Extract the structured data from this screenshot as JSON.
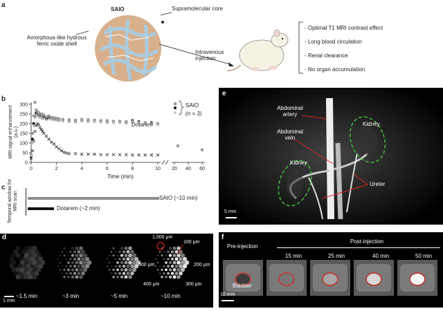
{
  "panel_letters": {
    "a": "a",
    "b": "b",
    "c": "c",
    "d": "d",
    "e": "e",
    "f": "f"
  },
  "panel_a": {
    "title": "SAIO",
    "label_core": "Supramolecular core",
    "label_shell": "Amorphous-like hydrous ferric oxide shell",
    "label_route": "Intravenous injection",
    "benefits": [
      "- Optimal T1 MRI contrast effect",
      "- Long blood circulation",
      "- Renal clearance",
      "- No organ accumulation"
    ]
  },
  "panel_b": {
    "ylabel": "MRI signal enhancement (a.u.)",
    "xlabel": "Time (min)",
    "legend_saio": "SAIO",
    "legend_n": "(n = 3)",
    "legend_dotarem": "Dotarem",
    "x_ticks": [
      "0",
      "2",
      "4",
      "6",
      "8",
      "10",
      "20",
      "40",
      "60"
    ],
    "y_ticks": [
      "0",
      "50",
      "100",
      "150",
      "200",
      "250",
      "300"
    ]
  },
  "chart_data": {
    "type": "scatter",
    "xlabel": "Time (min)",
    "ylabel": "MRI signal enhancement (a.u.)",
    "ylim": [
      0,
      310
    ],
    "x_break": [
      10,
      20
    ],
    "series": [
      {
        "name": "SAIO",
        "marker": "circle",
        "x": [
          0,
          0.1,
          0.2,
          0.3,
          0.4,
          0.5,
          0.6,
          0.7,
          0.8,
          0.9,
          1,
          1.2,
          1.4,
          1.6,
          1.8,
          2,
          2.2,
          2.5,
          3,
          3.5,
          4,
          4.5,
          5,
          5.5,
          6,
          6.5,
          7,
          7.5,
          8,
          8.5,
          9,
          9.5,
          10
        ],
        "y": [
          30,
          120,
          200,
          240,
          255,
          250,
          245,
          240,
          245,
          230,
          235,
          225,
          230,
          228,
          225,
          222,
          220,
          218,
          215,
          212,
          218,
          215,
          215,
          212,
          210,
          210,
          210,
          205,
          215,
          210,
          205,
          205,
          200
        ]
      },
      {
        "name": "SAIO",
        "marker": "square",
        "x": [
          0,
          0.1,
          0.2,
          0.3,
          0.4,
          0.5,
          0.6,
          0.7,
          0.8,
          0.9,
          1,
          1.2,
          1.4,
          1.6,
          1.8,
          2,
          2.2,
          2.5,
          3,
          3.5,
          4,
          4.5,
          5,
          5.5,
          6,
          6.5,
          7,
          7.5,
          8,
          8.5,
          9,
          9.5,
          10,
          25,
          60
        ],
        "y": [
          40,
          150,
          240,
          310,
          270,
          260,
          255,
          250,
          250,
          245,
          245,
          235,
          240,
          232,
          230,
          228,
          225,
          222,
          220,
          218,
          222,
          220,
          218,
          215,
          215,
          212,
          212,
          210,
          210,
          205,
          205,
          200,
          200,
          85,
          65
        ]
      },
      {
        "name": "SAIO",
        "marker": "triangle",
        "x": [
          0,
          0.1,
          0.2,
          0.3,
          0.4,
          0.5,
          0.6,
          0.7,
          0.8,
          0.9,
          1,
          1.2,
          1.4,
          1.6,
          1.8,
          2,
          2.2,
          2.5,
          3,
          3.5,
          4,
          4.5,
          5,
          5.5,
          6,
          6.5,
          7,
          7.5,
          8,
          8.5,
          9,
          9.5,
          10
        ],
        "y": [
          35,
          100,
          190,
          230,
          245,
          240,
          235,
          232,
          235,
          225,
          228,
          220,
          225,
          222,
          220,
          218,
          215,
          213,
          210,
          208,
          212,
          210,
          210,
          208,
          205,
          205,
          205,
          202,
          208,
          205,
          200,
          200,
          195
        ]
      },
      {
        "name": "Dotarem",
        "marker": "x",
        "x": [
          0,
          0.1,
          0.2,
          0.3,
          0.4,
          0.5,
          0.6,
          0.7,
          0.8,
          0.9,
          1,
          1.2,
          1.4,
          1.6,
          1.8,
          2,
          2.2,
          2.4,
          2.6,
          2.8,
          3,
          3.5,
          4,
          4.5,
          5,
          5.5,
          6,
          6.5,
          7,
          7.5,
          8,
          8.5,
          9,
          9.5,
          10
        ],
        "y": [
          20,
          60,
          110,
          160,
          190,
          200,
          195,
          180,
          170,
          160,
          150,
          135,
          120,
          105,
          95,
          80,
          70,
          60,
          52,
          48,
          45,
          45,
          42,
          42,
          42,
          40,
          40,
          40,
          40,
          40,
          38,
          38,
          38,
          38,
          38
        ]
      }
    ]
  },
  "panel_c": {
    "ylabel": "Temporal window for MRI scan",
    "bar_saio": "SAIO (~10 min)",
    "bar_dotarem": "Dotarem (~2 min)",
    "bar_saio_minutes": 10,
    "bar_dotarem_minutes": 2
  },
  "panel_d": {
    "times": [
      "~1.5 min",
      "~3 min",
      "~5 min",
      "~10 min"
    ],
    "sizes": [
      "1,000 μm",
      "100 μm",
      "500 μm",
      "200 μm",
      "400 μm",
      "300 μm"
    ],
    "scale": "1 mm"
  },
  "panel_e": {
    "labels": [
      "Abdominal artery",
      "Abdominal vein",
      "Kidney",
      "Kidney",
      "Ureter"
    ],
    "scale": "5 mm"
  },
  "panel_f": {
    "pre": "Pre-injection",
    "post": "Post-injection",
    "times": [
      "15 min",
      "25 min",
      "40 min",
      "50 min"
    ],
    "bladder": "Bladder",
    "scale": "10 mm"
  },
  "colors": {
    "shell": "#d9b08c",
    "core": "#a9cce3",
    "annot_red": "#d9261c",
    "green_dash": "#3fbf3f",
    "grey_bar": "#8c8c8c"
  }
}
